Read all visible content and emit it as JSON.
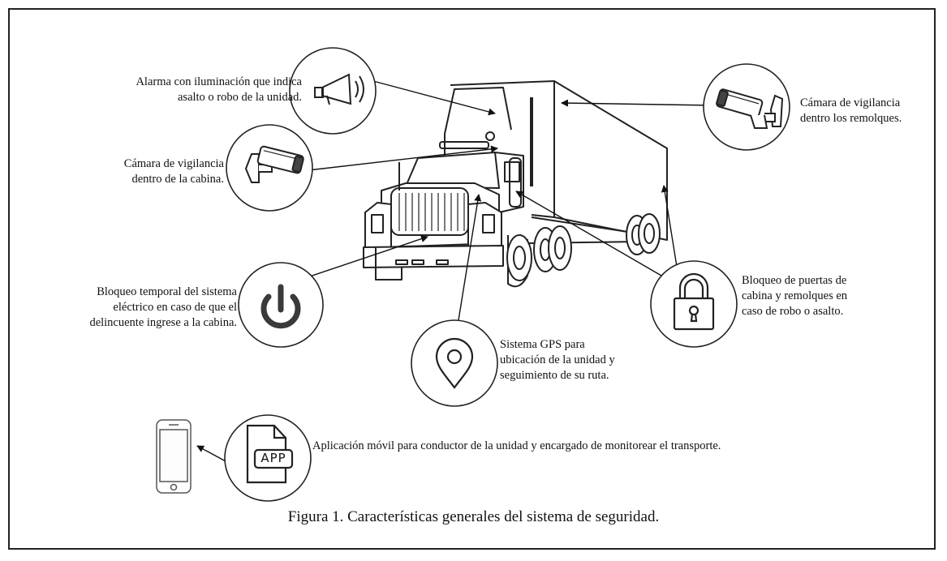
{
  "labels": {
    "alarm": [
      "Alarma con iluminación que indica",
      "asalto o robo de la unidad."
    ],
    "cab_camera": [
      "Cámara de vigilancia",
      "dentro de la cabina."
    ],
    "trailer_camera": [
      "Cámara de vigilancia",
      "dentro los remolques."
    ],
    "power": [
      "Bloqueo temporal del sistema",
      "eléctrico en caso de que el",
      "delincuente ingrese a la cabina."
    ],
    "lock": [
      "Bloqueo de puertas de",
      "cabina y remolques en",
      "caso de robo o asalto."
    ],
    "gps": [
      "Sistema GPS para",
      "ubicación de la unidad y",
      "seguimiento de su ruta."
    ],
    "app": "Aplicación móvil para conductor de la unidad y encargado de monitorear el transporte."
  },
  "app_icon_text": "APP",
  "caption": "Figura 1.  Características generales del sistema de seguridad."
}
